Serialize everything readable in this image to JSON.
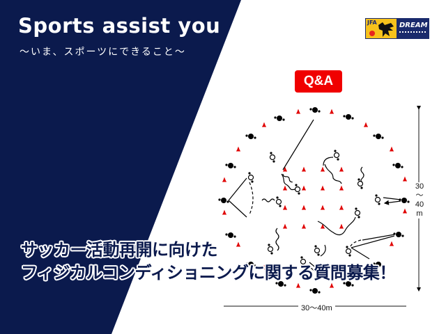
{
  "brand": {
    "title": "Sports assist you",
    "subtitle": "〜いま、スポーツにできること〜"
  },
  "logo": {
    "left_text": "JFA",
    "right_text": "DREAM"
  },
  "badge": {
    "label": "Q&A"
  },
  "diagram": {
    "vertical_dimension": [
      "30",
      "〜",
      "40",
      "m"
    ],
    "horizontal_dimension": "30〜40m"
  },
  "headline": {
    "line1": "サッカー活動再開に向けた",
    "line2": "フィジカルコンディショニングに関する質問募集！"
  },
  "colors": {
    "navy": "#0b1a4d",
    "badge_red": "#f00000",
    "cone_red": "#e00000",
    "logo_yellow": "#f7c21c",
    "logo_blue": "#1a2a6c"
  }
}
